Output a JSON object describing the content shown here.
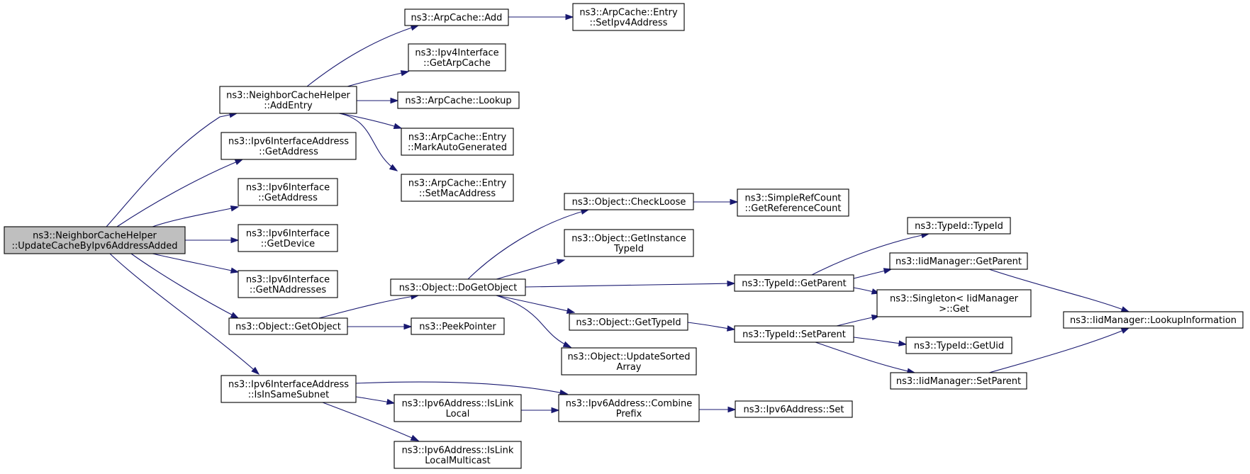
{
  "graph": {
    "type": "call-graph",
    "edge_color": "#191970",
    "root_fill": "#bfbfbf",
    "nodes": [
      {
        "id": "root",
        "lines": [
          "ns3::NeighborCacheHelper",
          "::UpdateCacheByIpv6AddressAdded"
        ],
        "root": true
      },
      {
        "id": "nch_addentry",
        "lines": [
          "ns3::NeighborCacheHelper",
          "::AddEntry"
        ]
      },
      {
        "id": "ipv6ifaddr_getaddress",
        "lines": [
          "ns3::Ipv6InterfaceAddress",
          "::GetAddress"
        ]
      },
      {
        "id": "ipv6if_getaddress",
        "lines": [
          "ns3::Ipv6Interface",
          "::GetAddress"
        ]
      },
      {
        "id": "ipv6if_getdevice",
        "lines": [
          "ns3::Ipv6Interface",
          "::GetDevice"
        ]
      },
      {
        "id": "ipv6if_getnaddresses",
        "lines": [
          "ns3::Ipv6Interface",
          "::GetNAddresses"
        ]
      },
      {
        "id": "obj_getobject",
        "lines": [
          "ns3::Object::GetObject"
        ]
      },
      {
        "id": "ipv6ifaddr_isinsamesubnet",
        "lines": [
          "ns3::Ipv6InterfaceAddress",
          "::IsInSameSubnet"
        ]
      },
      {
        "id": "arpcache_add",
        "lines": [
          "ns3::ArpCache::Add"
        ]
      },
      {
        "id": "ipv4if_getarpcache",
        "lines": [
          "ns3::Ipv4Interface",
          "::GetArpCache"
        ]
      },
      {
        "id": "arpcache_lookup",
        "lines": [
          "ns3::ArpCache::Lookup"
        ]
      },
      {
        "id": "arpentry_markauto",
        "lines": [
          "ns3::ArpCache::Entry",
          "::MarkAutoGenerated"
        ]
      },
      {
        "id": "arpentry_setmac",
        "lines": [
          "ns3::ArpCache::Entry",
          "::SetMacAddress"
        ]
      },
      {
        "id": "arpentry_setipv4",
        "lines": [
          "ns3::ArpCache::Entry",
          "::SetIpv4Address"
        ]
      },
      {
        "id": "obj_dogetobject",
        "lines": [
          "ns3::Object::DoGetObject"
        ]
      },
      {
        "id": "peekpointer",
        "lines": [
          "ns3::PeekPointer"
        ]
      },
      {
        "id": "ipv6addr_islinklocal",
        "lines": [
          "ns3::Ipv6Address::IsLink",
          "Local"
        ]
      },
      {
        "id": "ipv6addr_islinklocalmc",
        "lines": [
          "ns3::Ipv6Address::IsLink",
          "LocalMulticast"
        ]
      },
      {
        "id": "ipv6addr_combineprefix",
        "lines": [
          "ns3::Ipv6Address::Combine",
          "Prefix"
        ]
      },
      {
        "id": "obj_checkloose",
        "lines": [
          "ns3::Object::CheckLoose"
        ]
      },
      {
        "id": "obj_getinstancetypeid",
        "lines": [
          "ns3::Object::GetInstance",
          "TypeId"
        ]
      },
      {
        "id": "obj_gettypeid",
        "lines": [
          "ns3::Object::GetTypeId"
        ]
      },
      {
        "id": "obj_updatesortedarray",
        "lines": [
          "ns3::Object::UpdateSorted",
          "Array"
        ]
      },
      {
        "id": "simplerefcount_getrefcount",
        "lines": [
          "ns3::SimpleRefCount",
          "::GetReferenceCount"
        ]
      },
      {
        "id": "typeid_getparent",
        "lines": [
          "ns3::TypeId::GetParent"
        ]
      },
      {
        "id": "typeid_setparent",
        "lines": [
          "ns3::TypeId::SetParent"
        ]
      },
      {
        "id": "ipv6addr_set",
        "lines": [
          "ns3::Ipv6Address::Set"
        ]
      },
      {
        "id": "typeid_typeid",
        "lines": [
          "ns3::TypeId::TypeId"
        ]
      },
      {
        "id": "iidmanager_getparent",
        "lines": [
          "ns3::IidManager::GetParent"
        ]
      },
      {
        "id": "singleton_get",
        "lines": [
          "ns3::Singleton< IidManager",
          ">::Get"
        ]
      },
      {
        "id": "typeid_getuid",
        "lines": [
          "ns3::TypeId::GetUid"
        ]
      },
      {
        "id": "iidmanager_setparent",
        "lines": [
          "ns3::IidManager::SetParent"
        ]
      },
      {
        "id": "iidmanager_lookupinfo",
        "lines": [
          "ns3::IidManager::LookupInformation"
        ]
      }
    ],
    "edges": [
      [
        "root",
        "nch_addentry"
      ],
      [
        "root",
        "ipv6ifaddr_getaddress"
      ],
      [
        "root",
        "ipv6if_getaddress"
      ],
      [
        "root",
        "ipv6if_getdevice"
      ],
      [
        "root",
        "ipv6if_getnaddresses"
      ],
      [
        "root",
        "obj_getobject"
      ],
      [
        "root",
        "ipv6ifaddr_isinsamesubnet"
      ],
      [
        "nch_addentry",
        "arpcache_add"
      ],
      [
        "nch_addentry",
        "ipv4if_getarpcache"
      ],
      [
        "nch_addentry",
        "arpcache_lookup"
      ],
      [
        "nch_addentry",
        "arpentry_markauto"
      ],
      [
        "nch_addentry",
        "arpentry_setmac"
      ],
      [
        "arpcache_add",
        "arpentry_setipv4"
      ],
      [
        "obj_getobject",
        "obj_dogetobject"
      ],
      [
        "obj_getobject",
        "peekpointer"
      ],
      [
        "obj_dogetobject",
        "obj_checkloose"
      ],
      [
        "obj_dogetobject",
        "obj_getinstancetypeid"
      ],
      [
        "obj_dogetobject",
        "typeid_getparent"
      ],
      [
        "obj_dogetobject",
        "obj_gettypeid"
      ],
      [
        "obj_dogetobject",
        "obj_updatesortedarray"
      ],
      [
        "obj_checkloose",
        "simplerefcount_getrefcount"
      ],
      [
        "obj_gettypeid",
        "typeid_setparent"
      ],
      [
        "typeid_getparent",
        "typeid_typeid"
      ],
      [
        "typeid_getparent",
        "iidmanager_getparent"
      ],
      [
        "typeid_getparent",
        "singleton_get"
      ],
      [
        "typeid_setparent",
        "singleton_get"
      ],
      [
        "typeid_setparent",
        "typeid_getuid"
      ],
      [
        "typeid_setparent",
        "iidmanager_setparent"
      ],
      [
        "iidmanager_getparent",
        "iidmanager_lookupinfo"
      ],
      [
        "iidmanager_setparent",
        "iidmanager_lookupinfo"
      ],
      [
        "ipv6ifaddr_isinsamesubnet",
        "ipv6addr_islinklocal"
      ],
      [
        "ipv6ifaddr_isinsamesubnet",
        "ipv6addr_islinklocalmc"
      ],
      [
        "ipv6ifaddr_isinsamesubnet",
        "ipv6addr_combineprefix"
      ],
      [
        "ipv6addr_islinklocal",
        "ipv6addr_combineprefix"
      ],
      [
        "ipv6addr_combineprefix",
        "ipv6addr_set"
      ]
    ]
  }
}
